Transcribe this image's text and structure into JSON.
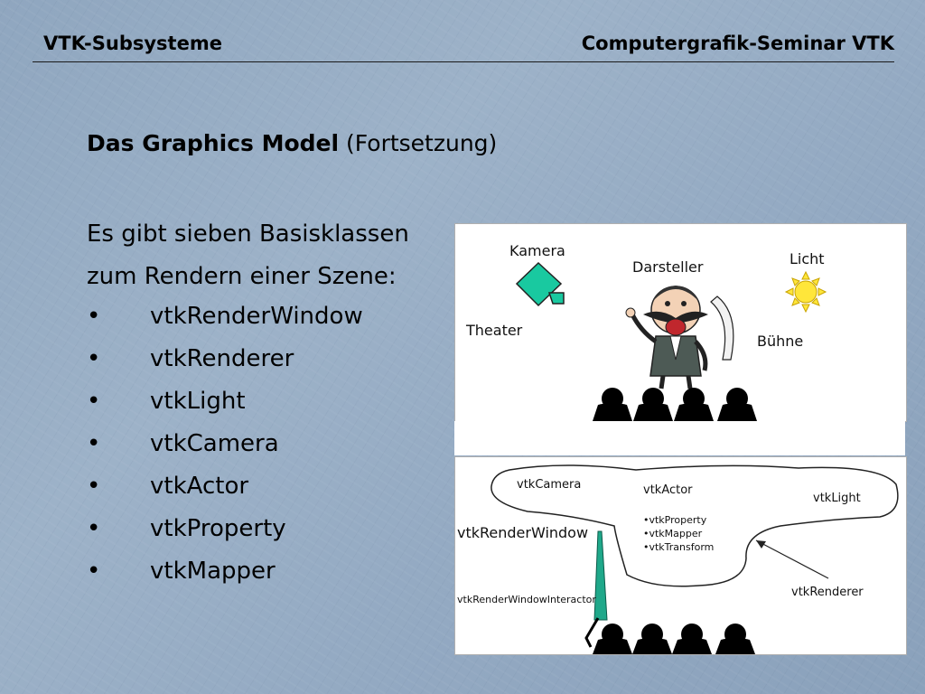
{
  "header": {
    "left": "VTK-Subsysteme",
    "right": "Computergrafik-Seminar VTK"
  },
  "slide": {
    "title_bold": "Das Graphics Model",
    "title_rest": " (Fortsetzung)",
    "intro_line1": "Es gibt sieben Basisklassen",
    "intro_line2": "zum Rendern einer Szene:",
    "bullet_char": "•",
    "bullets": [
      "vtkRenderWindow",
      "vtkRenderer",
      "vtkLight",
      "vtkCamera",
      "vtkActor",
      "vtkProperty",
      "vtkMapper"
    ]
  },
  "theater_figure": {
    "kamera": "Kamera",
    "darsteller": "Darsteller",
    "licht": "Licht",
    "theater": "Theater",
    "buehne": "Bühne"
  },
  "vtk_figure": {
    "camera": "vtkCamera",
    "actor": "vtkActor",
    "light": "vtkLight",
    "render_window": "vtkRenderWindow",
    "actor_parts": [
      "•vtkProperty",
      "•vtkMapper",
      "•vtkTransform"
    ],
    "interactor": "vtkRenderWindowInteractor",
    "renderer": "vtkRenderer"
  },
  "colors": {
    "camera_fill": "#19c9a0",
    "sun_fill": "#ffe63a",
    "interactor_fill": "#1fa88a"
  }
}
